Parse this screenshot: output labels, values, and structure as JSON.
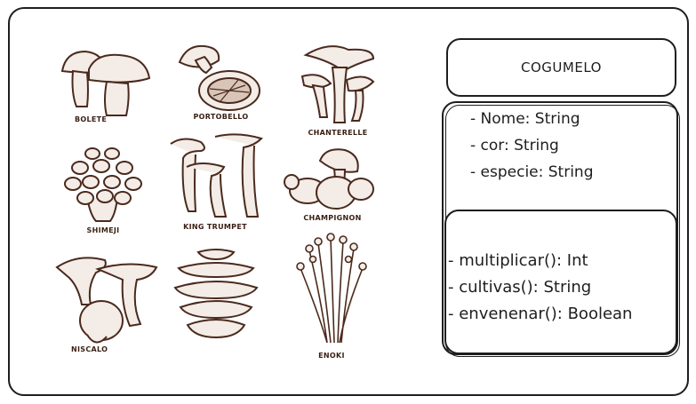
{
  "mushrooms": [
    {
      "name": "BOLETE"
    },
    {
      "name": "PORTOBELLO"
    },
    {
      "name": "CHANTERELLE"
    },
    {
      "name": "SHIMEJI"
    },
    {
      "name": "KING TRUMPET"
    },
    {
      "name": "CHAMPIGNON"
    },
    {
      "name": "NISCALO"
    },
    {
      "name": "ENOKI"
    }
  ],
  "class_box": {
    "title": "COGUMELO",
    "attributes": [
      "- Nome: String",
      "- cor: String",
      "- especie: String"
    ],
    "methods": [
      "- multiplicar(): Int",
      "- cultivas(): String",
      "- envenenar(): Boolean"
    ]
  },
  "colors": {
    "ink": "#1e1e1e",
    "mushroom_stroke": "#4a2a1e",
    "mushroom_fill": "#f4ece6"
  },
  "icons": [
    "bolete-icon",
    "portobello-icon",
    "chanterelle-icon",
    "shimeji-icon",
    "king-trumpet-icon",
    "champignon-icon",
    "niscalo-icon",
    "pine-cone-mushroom-icon",
    "enoki-icon"
  ]
}
